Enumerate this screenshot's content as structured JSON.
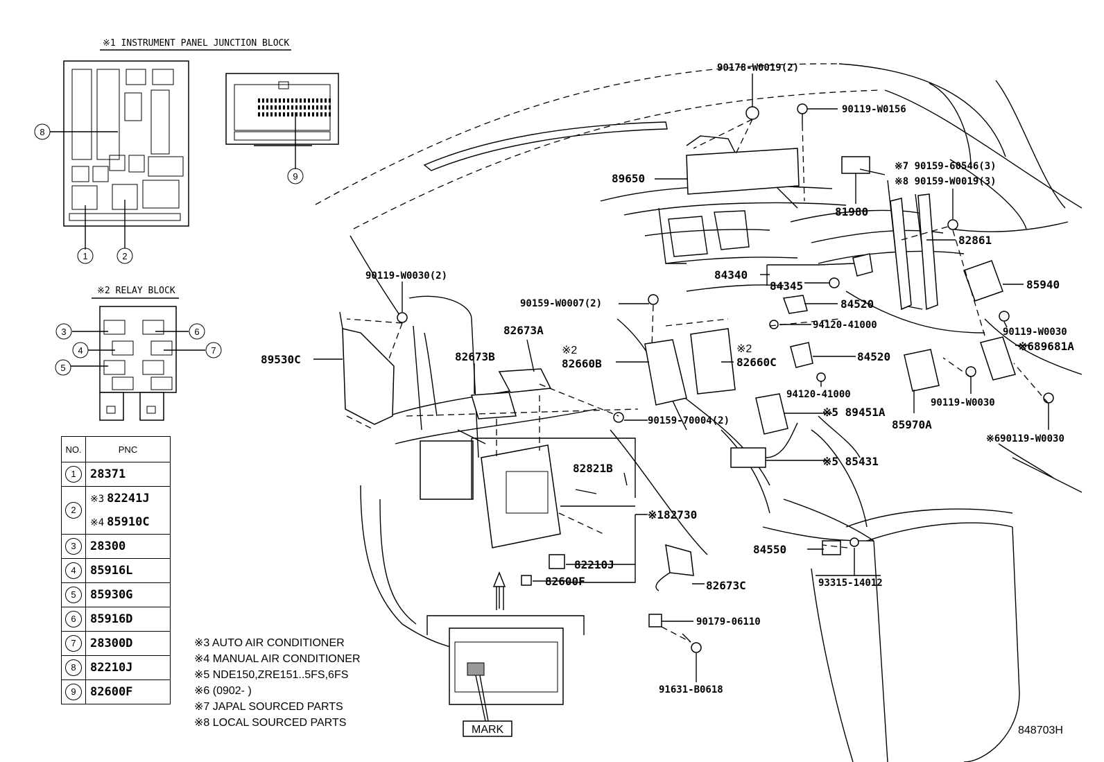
{
  "headers": {
    "junction_block": "※1 INSTRUMENT PANEL JUNCTION BLOCK",
    "relay_block": "※2 RELAY BLOCK"
  },
  "callouts": [
    "1",
    "2",
    "3",
    "4",
    "5",
    "6",
    "7",
    "8",
    "9"
  ],
  "table": {
    "col_no": "NO.",
    "col_pnc": "PNC",
    "rows": [
      {
        "no": "1",
        "pnc": "28371"
      },
      {
        "no": "2",
        "subs": [
          {
            "mark": "※3",
            "pnc": "82241J"
          },
          {
            "mark": "※4",
            "pnc": "85910C"
          }
        ]
      },
      {
        "no": "3",
        "pnc": "28300"
      },
      {
        "no": "4",
        "pnc": "85916L"
      },
      {
        "no": "5",
        "pnc": "85930G"
      },
      {
        "no": "6",
        "pnc": "85916D"
      },
      {
        "no": "7",
        "pnc": "28300D"
      },
      {
        "no": "8",
        "pnc": "82210J"
      },
      {
        "no": "9",
        "pnc": "82600F"
      }
    ]
  },
  "notes": [
    "※3  AUTO AIR CONDITIONER",
    "※4  MANUAL AIR CONDITIONER",
    "※5  NDE150,ZRE151..5FS,6FS",
    "※6  (0902-      )",
    "※7  JAPAL SOURCED PARTS",
    "※8  LOCAL SOURCED PARTS"
  ],
  "mark_label": "MARK",
  "part_labels": {
    "p90178": "90178-W0019(2)",
    "p90119_w0156": "90119-W0156",
    "p89650": "89650",
    "p81980": "81980",
    "p90159_60546": "※7 90159-60546(3)",
    "p90159_w0019": "※8 90159-W0019(3)",
    "p82861": "82861",
    "p84340": "84340",
    "p84345": "84345",
    "p85940": "85940",
    "p90119_w0030_2": "90119-W0030(2)",
    "p90159_w0007": "90159-W0007(2)",
    "p84520a": "84520",
    "p94120a": "94120-41000",
    "p90119_w0030_r": "90119-W0030",
    "p89681a": "※689681A",
    "p82673a": "82673A",
    "p82673b": "82673B",
    "p82660b_mark": "※2",
    "p82660b": "82660B",
    "p82660c_mark": "※2",
    "p82660c": "82660C",
    "p84520b": "84520",
    "p89530c": "89530C",
    "p94120b": "94120-41000",
    "p89451a": "※5 89451A",
    "p90119_w0030_m": "90119-W0030",
    "p85970a": "85970A",
    "p90159_70004": "90159-70004(2)",
    "p90119_w0030_6": "※690119-W0030",
    "p85431": "※5 85431",
    "p82821b": "82821B",
    "p82730": "※182730",
    "p84550": "84550",
    "p82210j": "82210J",
    "p82600f": "82600F",
    "p82673c": "82673C",
    "p93315": "93315-14012",
    "p90179": "90179-06110",
    "p91631": "91631-B0618",
    "diagram_id": "848703H"
  }
}
